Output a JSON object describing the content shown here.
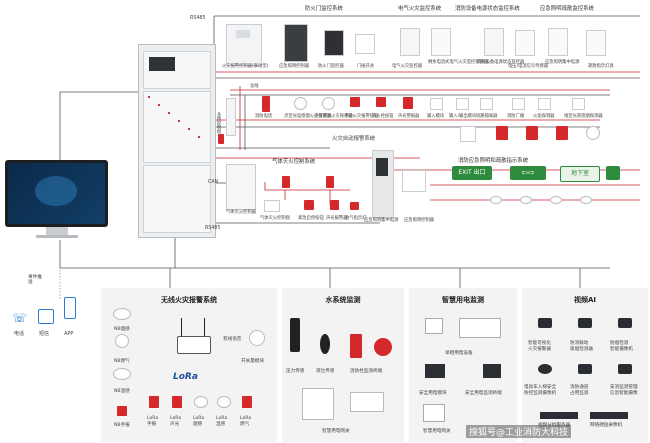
{
  "top_systems": {
    "door": "防火门监控系统",
    "electric": "电气火灾监控系统",
    "power": "消防设备电源状态监控系统",
    "lighting": "应急照明疏散监控系统"
  },
  "bus": {
    "rs485_top": "RS485",
    "rs485_bottom": "RS485",
    "can": "CAN"
  },
  "top_devices": {
    "d1": "火灾报警控制器(联动型)",
    "d2": "应急照明控制器",
    "d3": "防火门监控器",
    "d4": "门磁开关",
    "d5": "电气火灾监控器",
    "d6": "剩余电流式电气火灾监控探测器",
    "d7": "消防设备电源状态监控器",
    "d8": "电压/电流信号传感器",
    "d9": "应急照明集中电源",
    "d10": "疏散指示灯具"
  },
  "row2": {
    "bus_label": "总线",
    "multi_line": "多线控制盘",
    "d1": "消防电话",
    "d2": "点型光电感烟火灾探测器",
    "d3": "点型感温火灾探测器",
    "d4": "手动火灾报警按钮",
    "d5": "消火栓按钮",
    "d6": "声光警报器",
    "d7": "输入模块",
    "d8": "输入/输出模块",
    "d9": "短路隔离器",
    "d10": "消防广播",
    "d11": "火焰探测器",
    "d12": "线型光束感烟探测器"
  },
  "fire_alarm_label": "火灾自动报警系统",
  "gas_system": {
    "title": "气体灭火控制系统",
    "controller": "气体灭火控制器",
    "d1": "气体灭火控制盘",
    "d2": "紧急启停按钮",
    "d3": "声光报警器",
    "d4": "放气指示灯"
  },
  "evac_system": {
    "title": "消防应急照明和疏散指示系统",
    "controller": "应急照明控制器",
    "cabinet": "应急照明集中电源",
    "exit": "EXIT",
    "exit_cn": "出口",
    "down": "地下室"
  },
  "monitor": {
    "notice_label": "事件推送",
    "apps": [
      "电话",
      "短信",
      "APP"
    ]
  },
  "panels": {
    "wireless": {
      "title": "无线火灾报警系统",
      "items": [
        "NB烟感",
        "NB燃气",
        "NB温感",
        "NB手报",
        "有线语音",
        "开关量模块",
        "LoRa"
      ],
      "lora_items": [
        "LoRa\n手报",
        "LoRa\n声光",
        "LoRa\n烟感",
        "LoRa\n温感",
        "LoRa\n燃气"
      ]
    },
    "water": {
      "title": "水系统监测",
      "items": [
        "压力传感",
        "液位传感",
        "消防栓监测终端",
        "智慧用电网关"
      ]
    },
    "power": {
      "title": "智慧用电监测",
      "items": [
        "单相用电设备",
        "安全用电模块",
        "安全用电监测终端",
        "智慧用电网关"
      ]
    },
    "video": {
      "title": "视频AI",
      "items": [
        "智能可视化\n火灾报警器",
        "防消联动\n吸烟检测器",
        "防烟检测\n智能摄像机",
        "电动车入梯安全\n防控监测摄像机",
        "消防通道\n占用监测",
        "安消监测管理\n信息智能摄像",
        "视频分析服务器",
        "网络硬盘录像机"
      ]
    }
  },
  "watermark": "搜狐号@工业消防大科技"
}
